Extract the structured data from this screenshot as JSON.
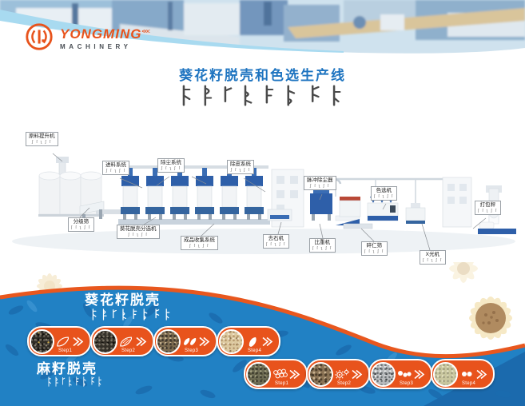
{
  "brand": {
    "name": "YONGMING",
    "flourish": "<<<",
    "sub": "MACHINERY"
  },
  "title": "葵花籽脱壳和色选生产线",
  "diagram": {
    "labels": [
      {
        "text": "原料提升机"
      },
      {
        "text": "进料系统"
      },
      {
        "text": "除尘系统"
      },
      {
        "text": "除皮系统"
      },
      {
        "text": "脉冲除尘器"
      },
      {
        "text": "色选机"
      },
      {
        "text": "打包秤"
      },
      {
        "text": "分级筛"
      },
      {
        "text": "葵花脱壳分选机"
      },
      {
        "text": "成品收集系统"
      },
      {
        "text": "去石机"
      },
      {
        "text": "比重机"
      },
      {
        "text": "碎仁筛"
      },
      {
        "text": "X光机"
      }
    ]
  },
  "process": {
    "sections": [
      {
        "heading": "葵花籽脱壳",
        "steps": [
          {
            "label": "Step1",
            "icon": "sunflower-seed-outline"
          },
          {
            "label": "Step2",
            "icon": "sunflower-seed-striped"
          },
          {
            "label": "Step3",
            "icon": "two-kernels"
          },
          {
            "label": "Step4",
            "icon": "one-kernel"
          }
        ]
      },
      {
        "heading": "麻籽脱壳",
        "steps": [
          {
            "label": "Step1",
            "icon": "seed-cluster"
          },
          {
            "label": "Step2",
            "icon": "gears"
          },
          {
            "label": "Step3",
            "icon": "three-dots"
          },
          {
            "label": "Step4",
            "icon": "two-dots"
          }
        ]
      }
    ]
  },
  "colors": {
    "accent_orange": "#e8531c",
    "band_blue": "#2181c4",
    "title_blue": "#1e74c0"
  }
}
